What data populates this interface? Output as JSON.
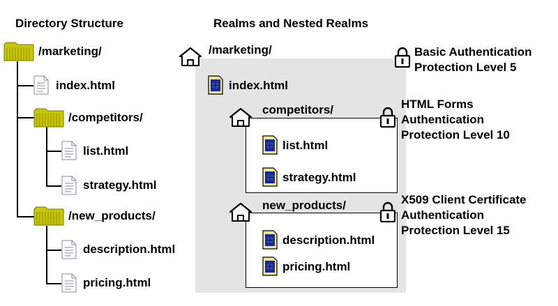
{
  "headings": {
    "directory": "Directory Structure",
    "realms": "Realms and Nested Realms"
  },
  "tree": {
    "root": "/marketing/",
    "index": "index.html",
    "competitors": "/competitors/",
    "list": "list.html",
    "strategy": "strategy.html",
    "new_products": "/new_products/",
    "description": "description.html",
    "pricing": "pricing.html"
  },
  "realms": {
    "root_label": "/marketing/",
    "index": "index.html",
    "competitors_label": "competitors/",
    "list": "list.html",
    "strategy": "strategy.html",
    "new_products_label": "new_products/",
    "description": "description.html",
    "pricing": "pricing.html"
  },
  "protection": {
    "basic": [
      "Basic Authentication",
      "Protection Level 5"
    ],
    "forms": [
      "HTML Forms",
      "Authentication",
      "Protection Level 10"
    ],
    "x509": [
      "X509 Client Certificate",
      "Authentication",
      "Protection Level 15"
    ]
  },
  "colors": {
    "folder": "#c8c800",
    "realm_background": "#e4e4e4",
    "doc_icon_fill": "#1a2a8c"
  }
}
